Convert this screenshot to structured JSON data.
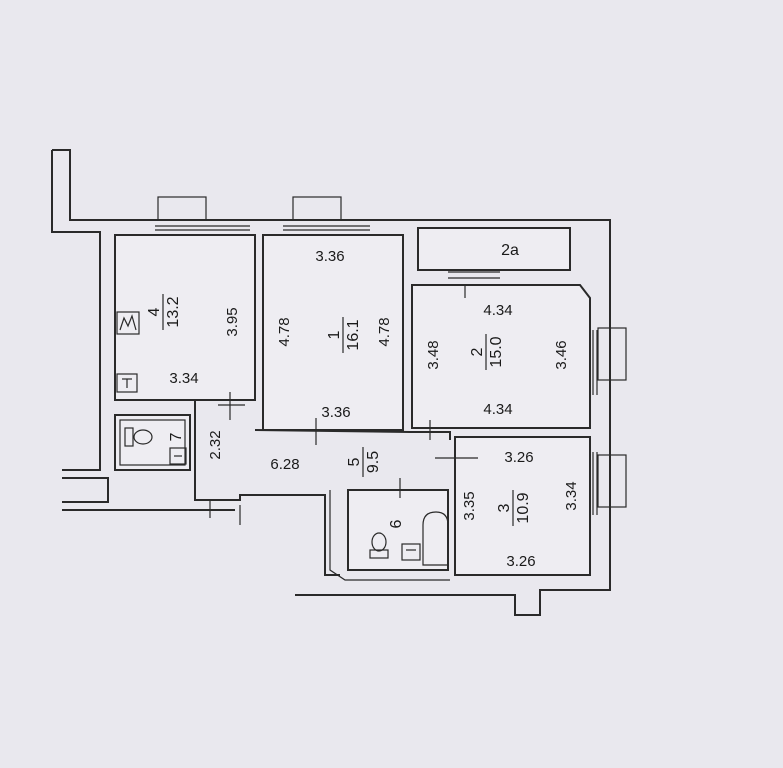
{
  "rooms": [
    {
      "id": "1",
      "area": "16.1",
      "dims": [
        "3.36",
        "4.78",
        "4.78",
        "3.36"
      ]
    },
    {
      "id": "2",
      "area": "15.0",
      "dims": [
        "4.34",
        "3.48",
        "3.46",
        "4.34"
      ]
    },
    {
      "id": "2a"
    },
    {
      "id": "3",
      "area": "10.9",
      "dims": [
        "3.26",
        "3.35",
        "3.34",
        "3.26"
      ]
    },
    {
      "id": "4",
      "area": "13.2",
      "dims": [
        "3.95",
        "3.34"
      ]
    },
    {
      "id": "5",
      "area": "9.5",
      "dims": [
        "6.28"
      ]
    },
    {
      "id": "6"
    },
    {
      "id": "7",
      "dims": [
        "2.32"
      ]
    }
  ]
}
